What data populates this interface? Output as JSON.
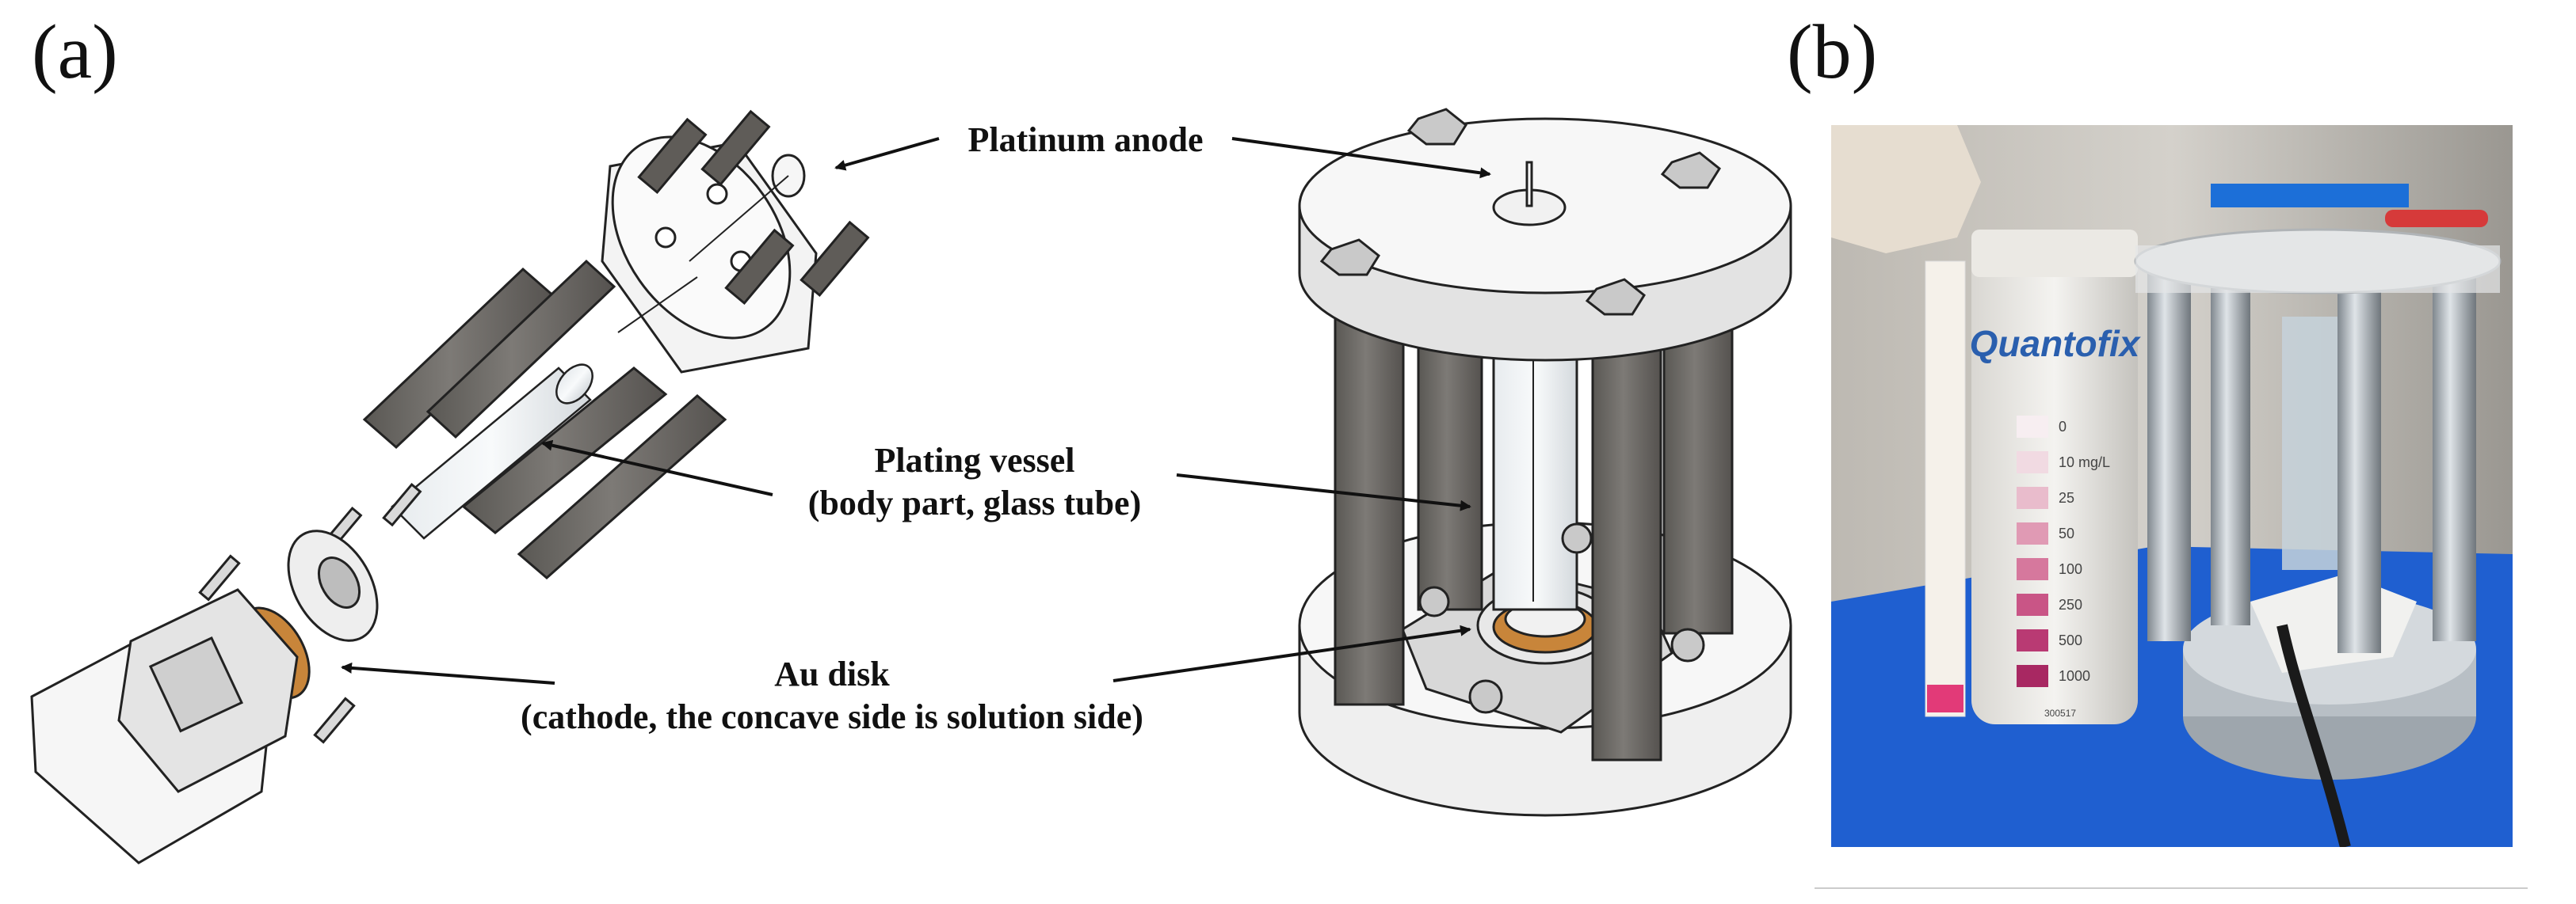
{
  "panels": {
    "a": {
      "label": "(a)"
    },
    "b": {
      "label": "(b)"
    }
  },
  "callouts": {
    "anode": {
      "text": "Platinum anode"
    },
    "vessel": {
      "line1": "Plating vessel",
      "line2": "(body part, glass tube)"
    },
    "cathode": {
      "line1": "Au disk",
      "line2": "(cathode, the concave side is solution side)"
    }
  },
  "photo": {
    "brand": "Quantofix",
    "scale": [
      "0",
      "10 mg/L",
      "25",
      "50",
      "100",
      "250",
      "500",
      "1000"
    ],
    "lot": "300517",
    "colors": {
      "background": "#c9c7c2",
      "blue_base": "#1f5fd0",
      "strip_pink": "#e23a78",
      "metal": "#a9b1b8"
    }
  },
  "colors": {
    "rod": "#6f6c68",
    "plate": "#f2f2f2",
    "outline": "#222222",
    "gold": "#c8853a",
    "glass": "#dfe3e6"
  }
}
